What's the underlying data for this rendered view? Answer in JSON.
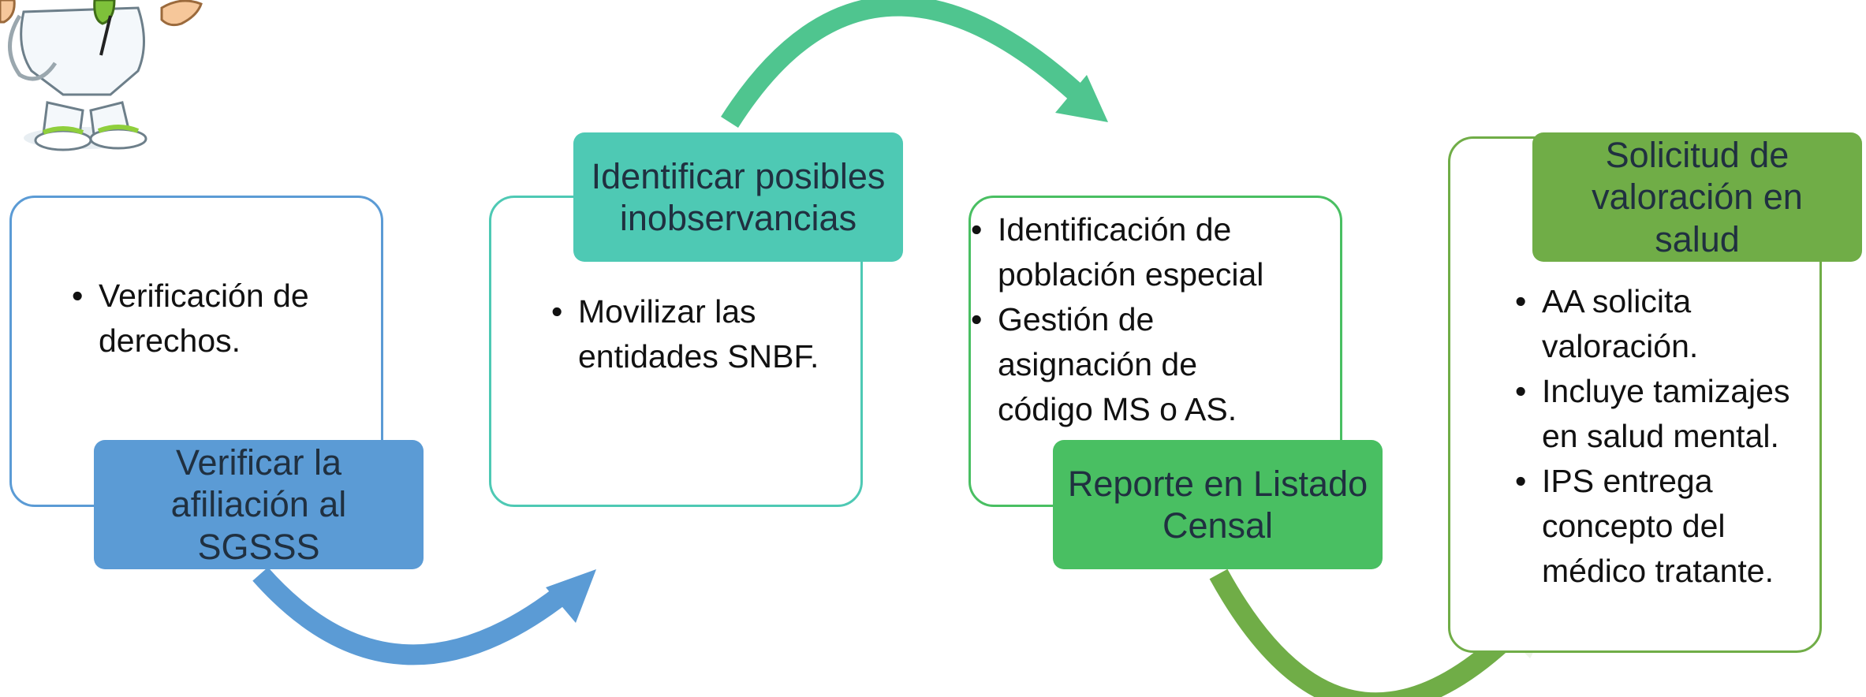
{
  "colors": {
    "blue": "#5b9bd5",
    "teal": "#4ec9b4",
    "green": "#49bf62",
    "olive": "#70ad47"
  },
  "steps": [
    {
      "title": "Verificar la afiliación al SGSSS",
      "bullets": [
        "Verificación de derechos."
      ]
    },
    {
      "title": "Identificar posibles inobservancias",
      "bullets": [
        "Movilizar las entidades SNBF."
      ]
    },
    {
      "title": "Reporte en Listado Censal",
      "bullets": [
        "Identificación de población especial",
        "Gestión de asignación de código MS o AS."
      ]
    },
    {
      "title": "Solicitud de valoración en salud",
      "bullets": [
        "AA solicita valoración.",
        "Incluye tamizajes en salud mental.",
        "IPS entrega concepto del médico tratante."
      ]
    }
  ],
  "mascot_icon": "doctor-mascot-icon"
}
